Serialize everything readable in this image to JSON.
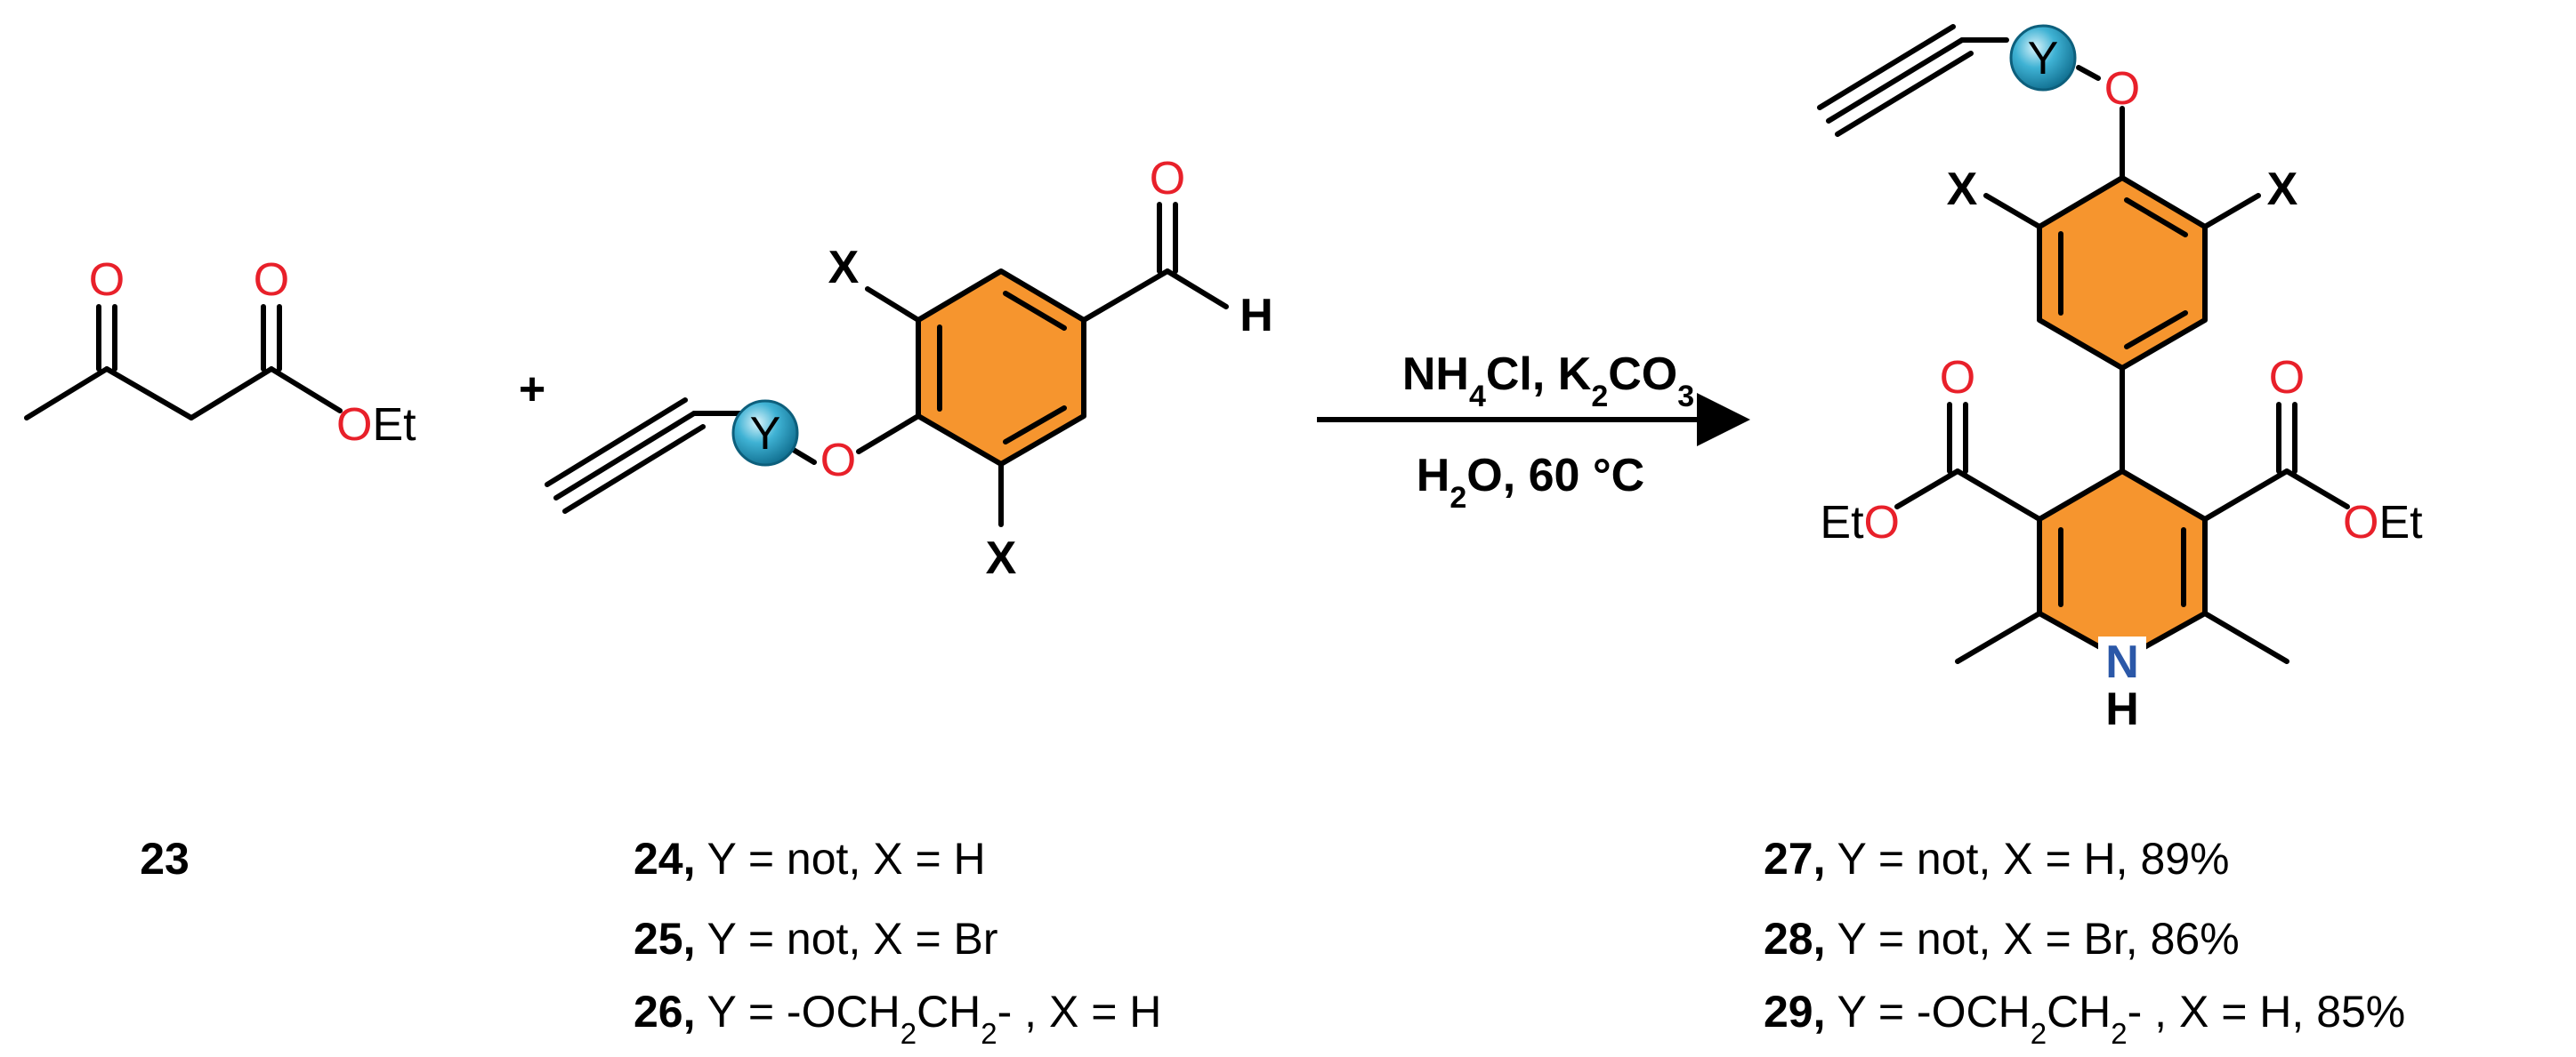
{
  "colors": {
    "oxygen": "#e8202a",
    "nitrogen": "#2b58a8",
    "ring_fill": "#f6952e",
    "bond": "#000000",
    "y_sphere": "#2aa0c4"
  },
  "atoms": {
    "o": "O",
    "oet": "OEt",
    "eto": "EtO",
    "h": "H",
    "x": "X",
    "y": "Y",
    "n": "N",
    "plus": "+"
  },
  "conditions": {
    "line1": [
      "NH",
      "4",
      "Cl, K",
      "2",
      "CO",
      "3"
    ],
    "line2": [
      "H",
      "2",
      "O, 60 °C"
    ]
  },
  "compounds": {
    "c23": "23",
    "c24": {
      "num": "24,",
      "desc": " Y = not, X = H"
    },
    "c25": {
      "num": "25,",
      "desc": " Y = not, X = Br"
    },
    "c26": {
      "num": "26,",
      "desc": [
        " Y = -OCH",
        "2",
        "CH",
        "2",
        "- , X = H"
      ]
    },
    "c27": {
      "num": "27,",
      "desc": " Y = not, X = H, 89%"
    },
    "c28": {
      "num": "28,",
      "desc": " Y = not, X = Br, 86%"
    },
    "c29": {
      "num": "29,",
      "desc": [
        " Y = -OCH",
        "2",
        "CH",
        "2",
        "- , X = H, 85%"
      ]
    }
  }
}
